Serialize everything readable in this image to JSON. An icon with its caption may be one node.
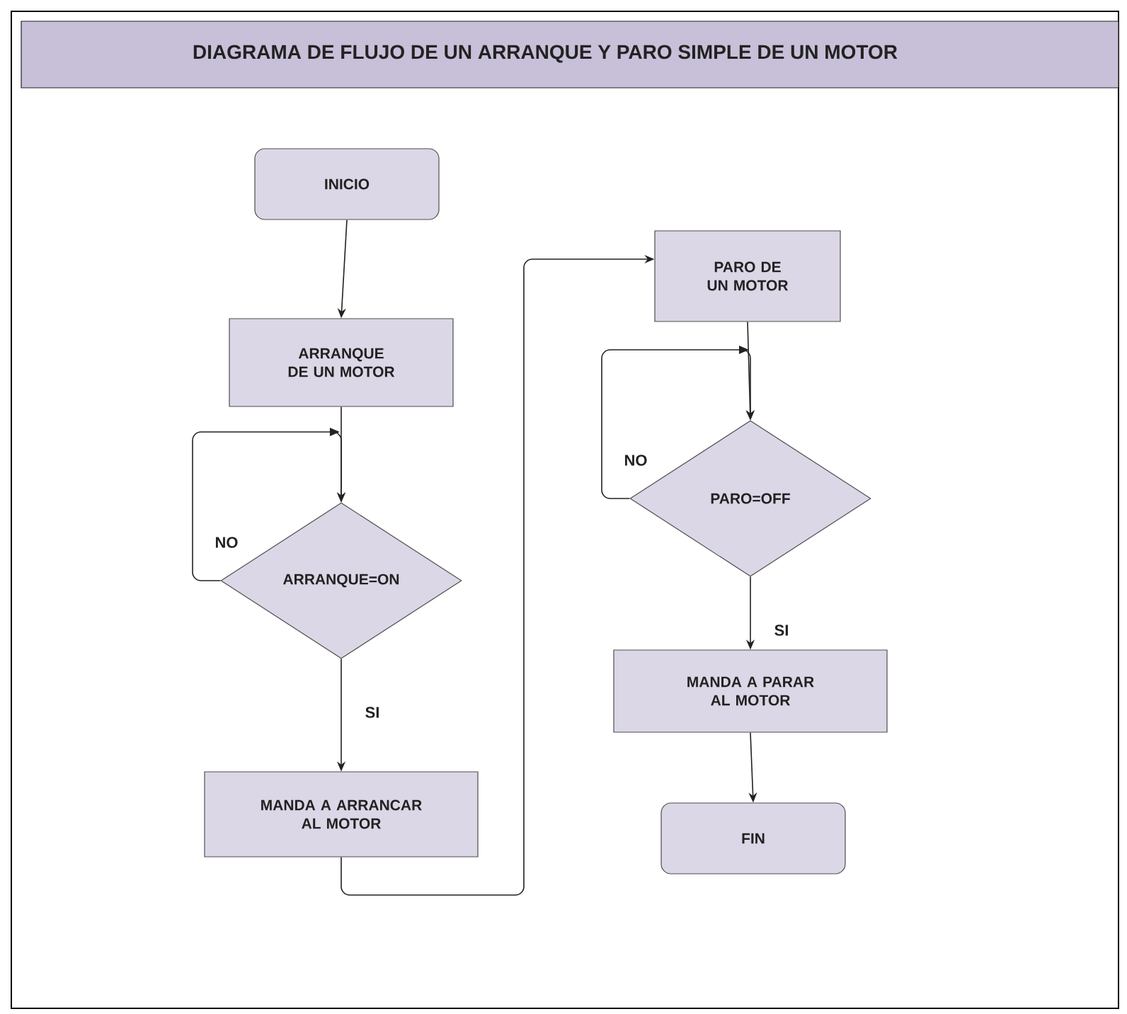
{
  "diagram": {
    "title": "DIAGRAMA DE FLUJO DE UN ARRANQUE Y PARO SIMPLE DE UN MOTOR",
    "nodes": [
      {
        "text": [
          "INICIO"
        ]
      },
      {
        "text": [
          "ARRANQUE DE UN MOTOR"
        ]
      },
      {
        "text": [
          "ARRANQUE=ON"
        ]
      },
      {
        "text": [
          "MANDA A ARRANCAR AL MOTOR"
        ]
      },
      {
        "text": [
          "PARO DE UN MOTOR"
        ]
      },
      {
        "text": [
          "PARO=OFF"
        ]
      },
      {
        "text": [
          "MANDA A PARAR AL MOTOR"
        ]
      },
      {
        "text": [
          "FIN"
        ]
      }
    ],
    "edges": [
      {
        "from": 0,
        "to": 1,
        "arrow": "to"
      },
      {
        "from": 1,
        "to": 2,
        "arrow": "to"
      },
      {
        "from": 2,
        "to": 2,
        "arrow": "to",
        "label": "NO"
      },
      {
        "from": 2,
        "to": 3,
        "arrow": "to",
        "label": "SI"
      },
      {
        "from": 3,
        "to": 4,
        "arrow": "to"
      },
      {
        "from": 4,
        "to": 5,
        "arrow": "to"
      },
      {
        "from": 5,
        "to": 5,
        "arrow": "to",
        "label": "NO"
      },
      {
        "from": 5,
        "to": 6,
        "arrow": "to",
        "label": "SI"
      },
      {
        "from": 6,
        "to": 7,
        "arrow": "to"
      }
    ]
  }
}
